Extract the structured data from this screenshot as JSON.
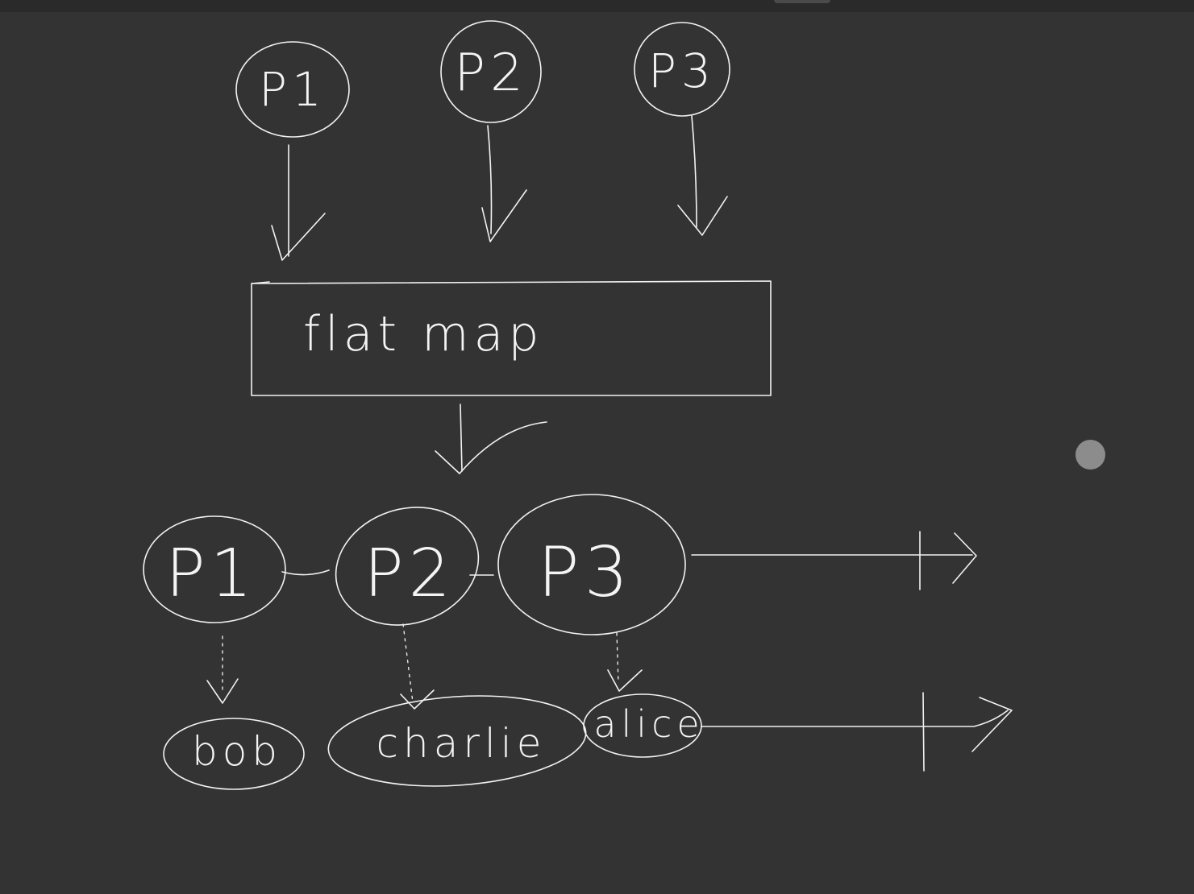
{
  "colors": {
    "background": "#333333",
    "ink": "#f2f2f2",
    "pointer": "#8c8c8c"
  },
  "input_partitions": [
    {
      "label": "P1"
    },
    {
      "label": "P2"
    },
    {
      "label": "P3"
    }
  ],
  "operator": {
    "label": "flat map"
  },
  "output_partitions": [
    {
      "label": "P1"
    },
    {
      "label": "P2"
    },
    {
      "label": "P3"
    }
  ],
  "records": [
    {
      "label": "bob"
    },
    {
      "label": "charlie"
    },
    {
      "label": "alice"
    }
  ],
  "icons": [
    "pointer-dot-icon",
    "arrow-down-icon",
    "timeline-arrow-icon"
  ]
}
